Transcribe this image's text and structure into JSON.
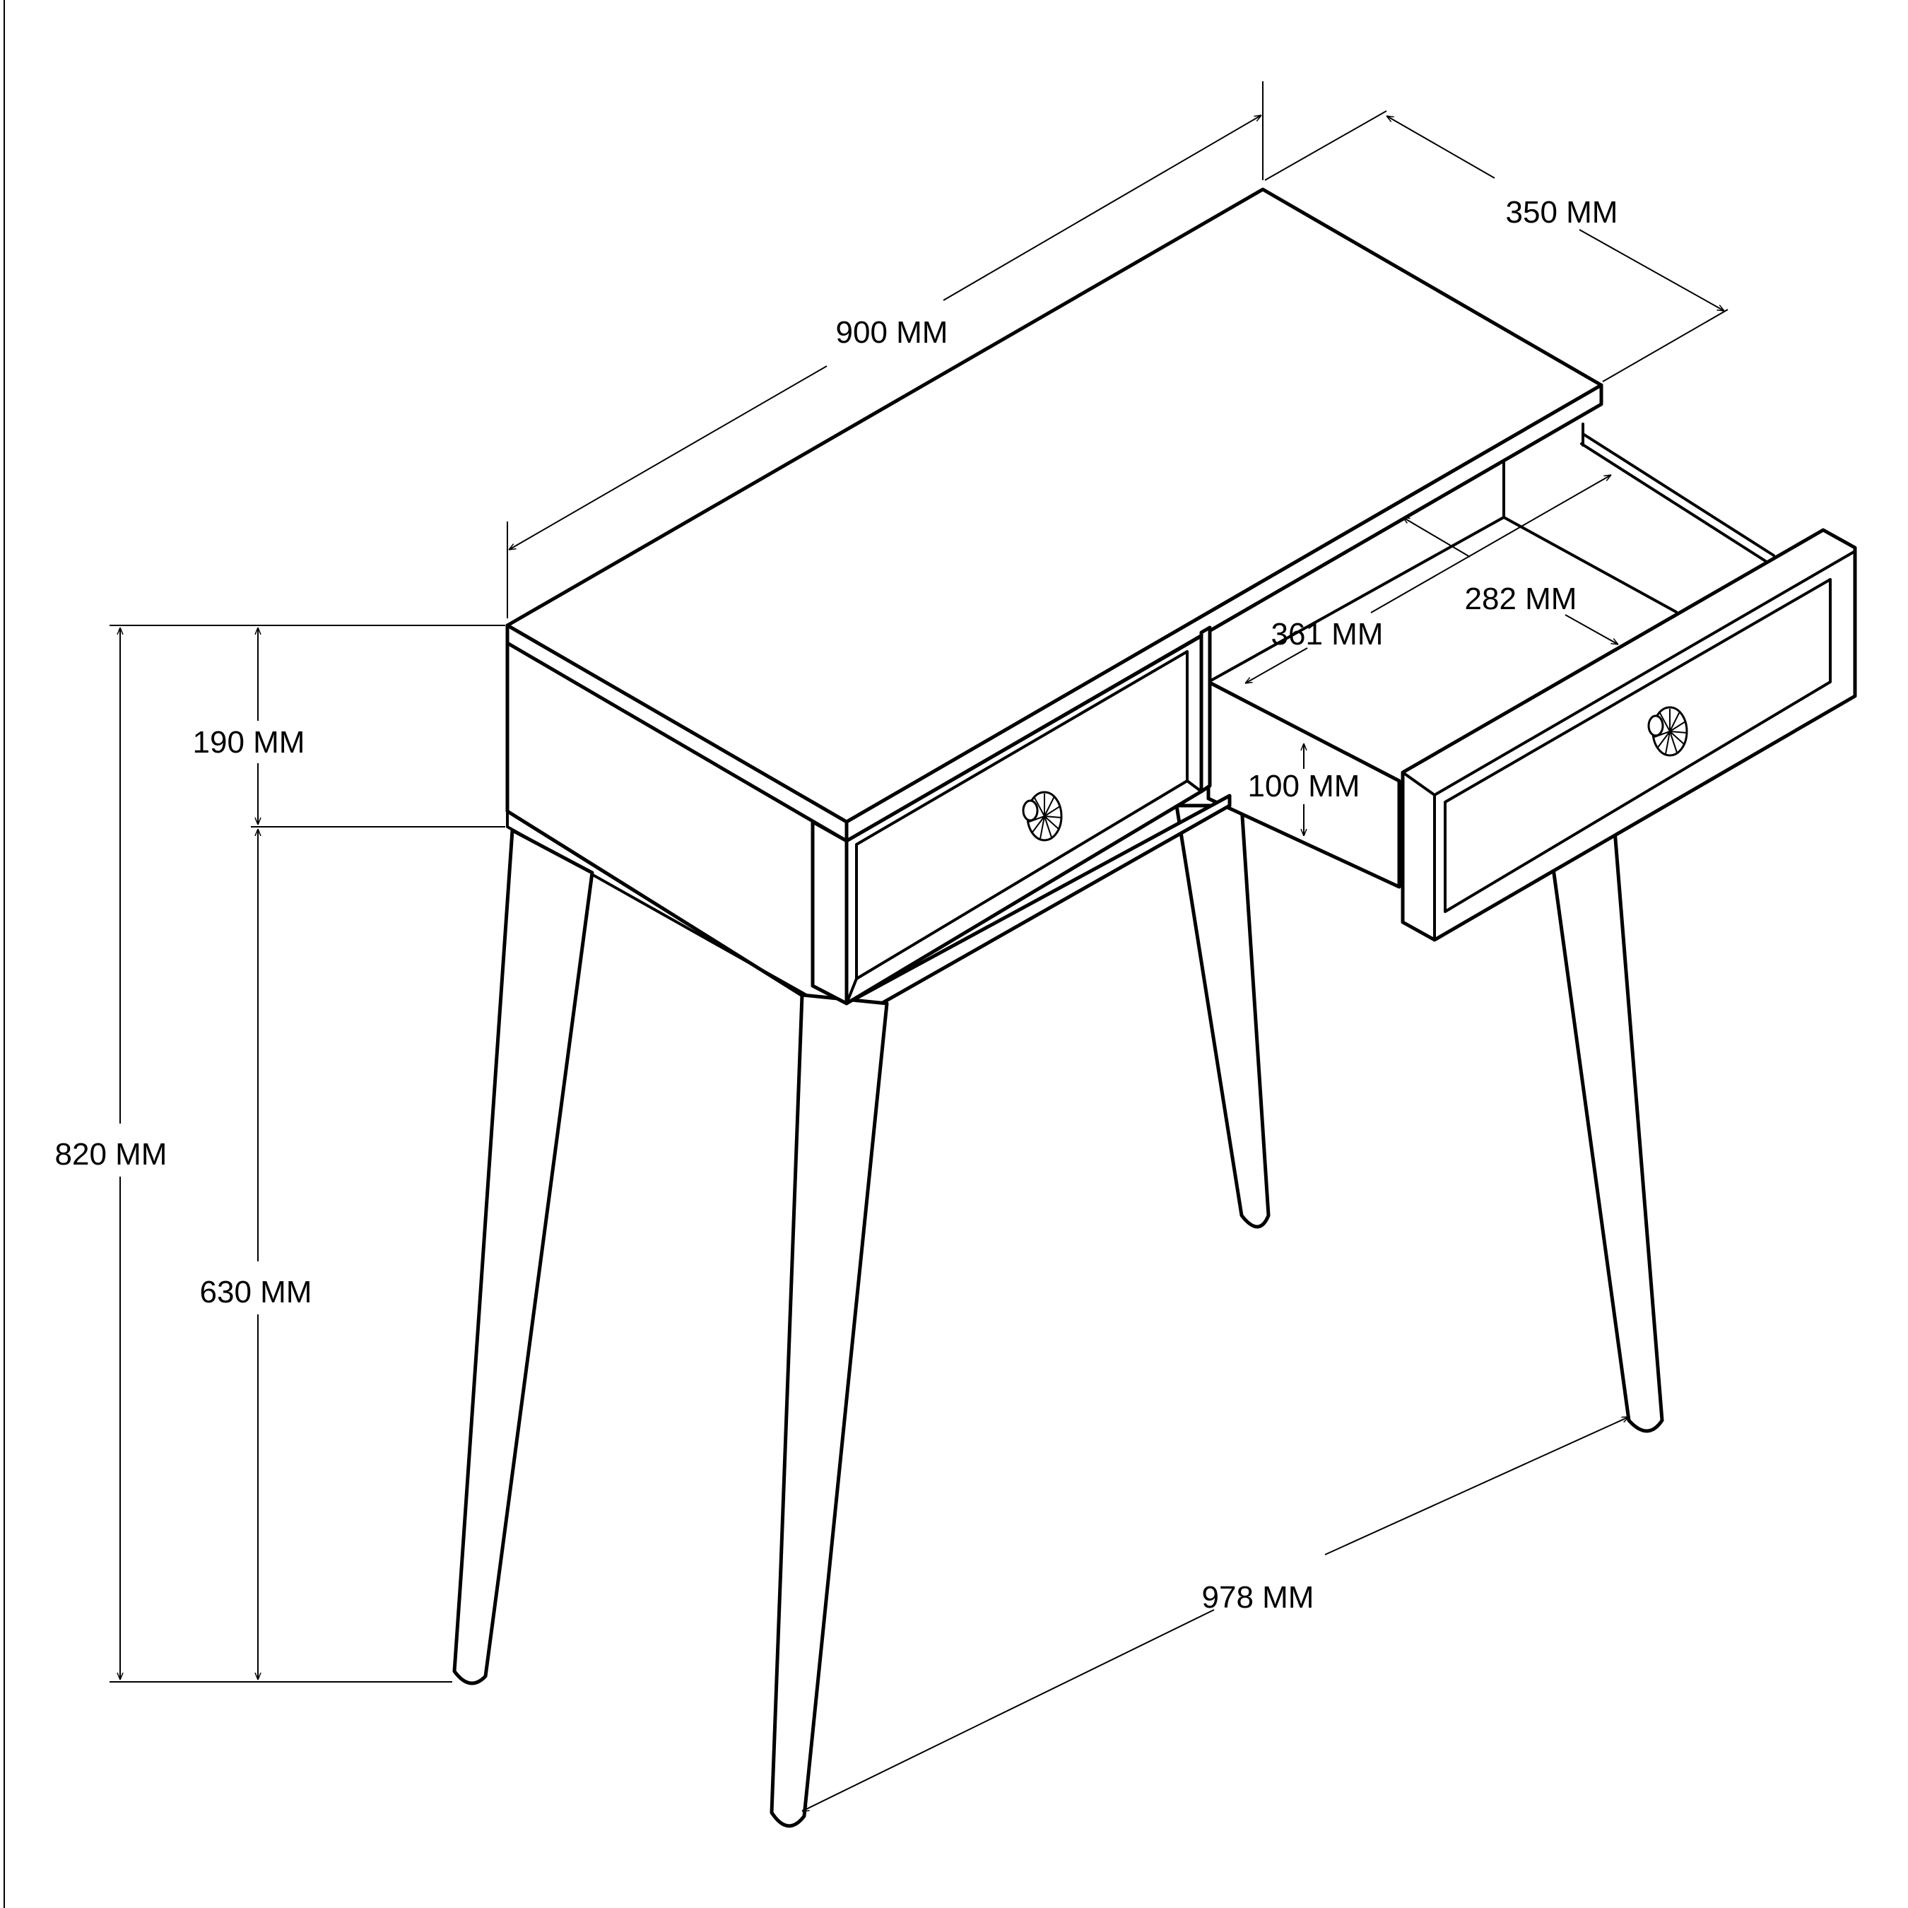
{
  "dimensions": {
    "top_width": "900 MM",
    "top_depth": "350 MM",
    "drawer_depth": "361 MM",
    "drawer_width": "282 MM",
    "drawer_height": "100 MM",
    "body_height": "190 MM",
    "total_height": "820 MM",
    "leg_height": "630 MM",
    "leg_span": "978 MM"
  },
  "colors": {
    "line": "#000000",
    "background": "#ffffff"
  }
}
